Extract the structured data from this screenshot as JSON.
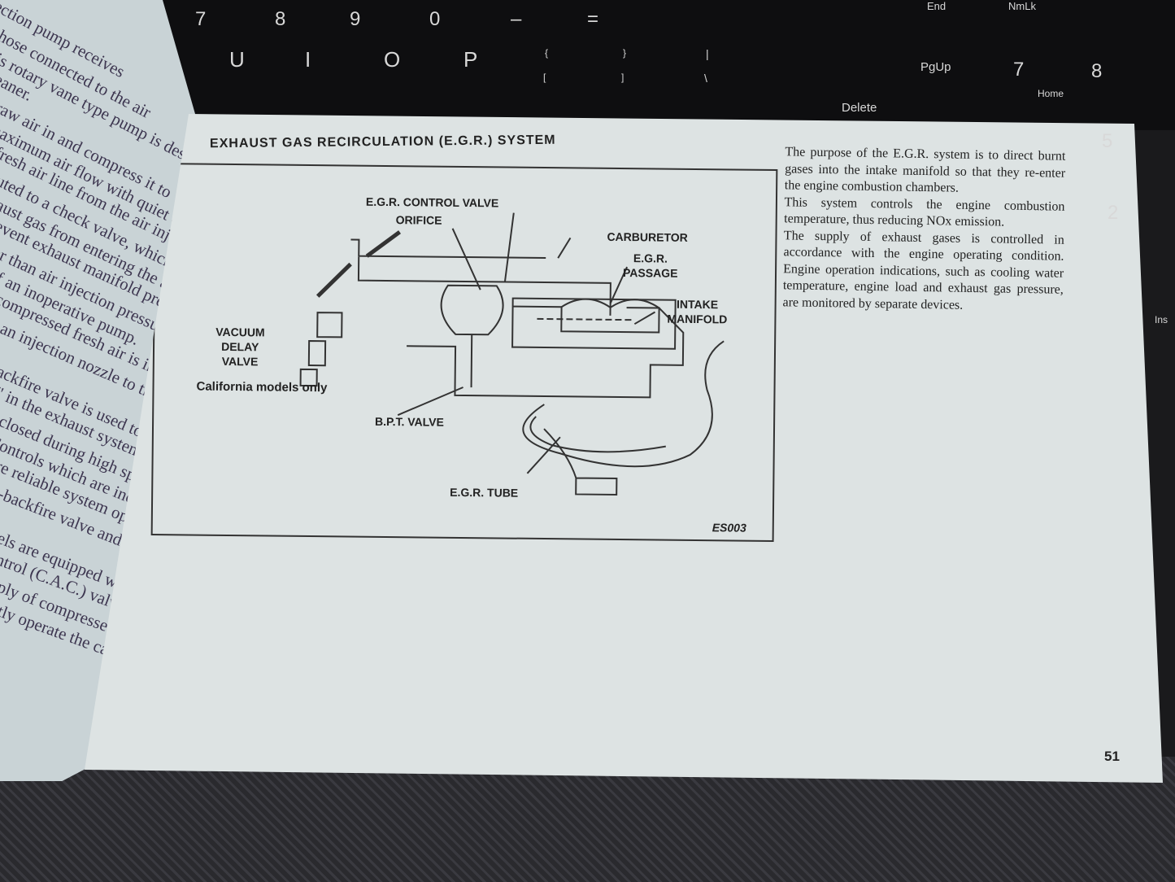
{
  "keyboard": {
    "keys": [
      "7",
      "8",
      "9",
      "0",
      "–",
      "=",
      "U",
      "I",
      "O",
      "P",
      "{",
      "[",
      "}",
      "]",
      "|",
      "\\",
      "End",
      "NmLk",
      "PgUp",
      "7",
      "Home",
      "8",
      "Delete",
      "5",
      "2",
      "Ins"
    ]
  },
  "left_page": {
    "lines": [
      "ection pump receives",
      "a hose connected to the air",
      "his rotary vane type pump is designed",
      "eaner.",
      "draw air in and compress it to",
      "maximum air flow with quiet operation",
      "fresh air line from the air injection pump",
      "outed to a check valve, which prevents",
      "haust gas from entering the air pump",
      "event exhaust manifold pressure",
      "ter than air injection pressure, or in the",
      "of an inoperative pump.",
      "compressed fresh air is injected",
      "h an injection nozzle to the exhaust",
      "backfire valve is used to eliminate",
      "\" in the exhaust system when the",
      "s closed during high speed",
      "Controls which are incorporated",
      "re reliable system operation",
      "ti-backfire valve and a check",
      "dels are equipped with a",
      "ntrol (C.A.C.) valve, which",
      "pply of compressed fresh",
      "ntly operate the catalytic"
    ]
  },
  "right_page": {
    "title": "EXHAUST GAS RECIRCULATION (E.G.R.) SYSTEM",
    "diagram": {
      "labels": {
        "egr_control_valve": "E.G.R. CONTROL VALVE",
        "orifice": "ORIFICE",
        "carburetor": "CARBURETOR",
        "egr_passage_1": "E.G.R.",
        "egr_passage_2": "PASSAGE",
        "intake_1": "INTAKE",
        "intake_2": "MANIFOLD",
        "vacuum": "VACUUM",
        "delay": "DELAY",
        "valve": "VALVE",
        "california": "California models only",
        "bpt": "B.P.T. VALVE",
        "egr_tube": "E.G.R. TUBE",
        "code": "ES003"
      }
    },
    "paragraphs": [
      "The purpose of the E.G.R. system is to direct burnt gases into the intake manifold so that they re-enter the engine combustion chambers.",
      "This system controls the engine combustion temperature, thus reducing NOx emission.",
      "The supply of exhaust gases is controlled in accordance with the engine operating condition. Engine operation indications, such as cooling water temperature, engine load and exhaust gas pressure, are monitored by separate devices."
    ],
    "page_number": "51"
  }
}
